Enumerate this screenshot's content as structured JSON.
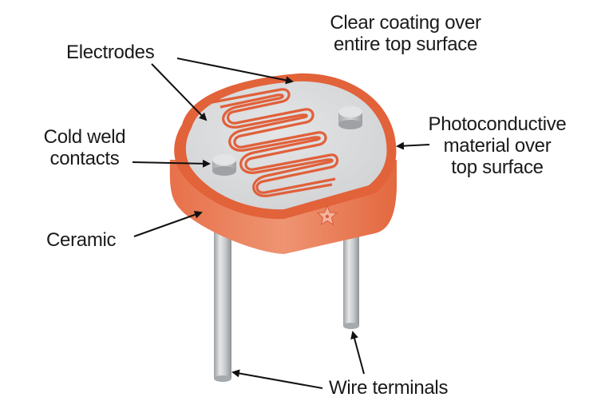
{
  "labels": {
    "electrodes": "Electrodes",
    "coating_line1": "Clear coating over",
    "coating_line2": "entire top surface",
    "coldweld_line1": "Cold weld",
    "coldweld_line2": "contacts",
    "photo_line1": "Photoconductive",
    "photo_line2": "material over",
    "photo_line3": "top surface",
    "ceramic": "Ceramic",
    "wire_terminals": "Wire terminals"
  },
  "colors": {
    "ceramic_orange": "#e2623a",
    "ceramic_side": "#ea8763",
    "top_surface": "#dadbdc",
    "electrode_stroke": "#e0603a",
    "contact_metal": "#c9cacb",
    "wire_metal": "#c3c5c7",
    "arrow": "#111111"
  },
  "icons": {
    "logo": "adafruit-flower-icon"
  }
}
